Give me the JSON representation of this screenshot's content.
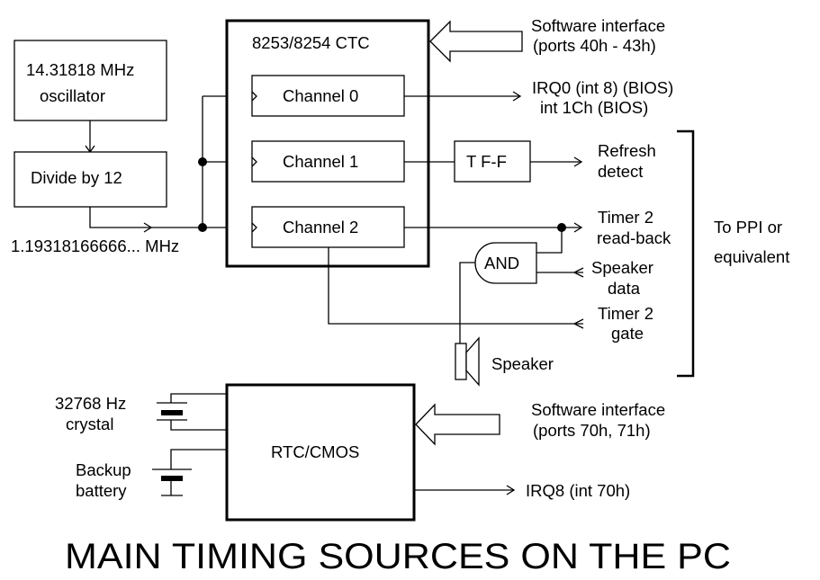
{
  "diagram": {
    "title": "MAIN TIMING SOURCES ON THE PC",
    "oscillator": {
      "line1": "14.31818 MHz",
      "line2": "oscillator"
    },
    "divider": {
      "label": "Divide by 12"
    },
    "clock_frequency": "1.19318166666... MHz",
    "ctc": {
      "label": "8253/8254  CTC",
      "channels": [
        "Channel 0",
        "Channel 1",
        "Channel 2"
      ],
      "software_interface": {
        "line1": "Software interface",
        "line2": "(ports 40h - 43h)"
      }
    },
    "channel0_output": {
      "line1": "IRQ0 (int 8) (BIOS)",
      "line2": "int 1Ch (BIOS)"
    },
    "tff": {
      "label": "T F-F"
    },
    "refresh_detect": {
      "line1": "Refresh",
      "line2": "detect"
    },
    "timer2_readback": {
      "line1": "Timer 2",
      "line2": "read-back"
    },
    "and_gate": {
      "label": "AND"
    },
    "speaker_data": {
      "line1": "Speaker",
      "line2": "data"
    },
    "timer2_gate": {
      "line1": "Timer 2",
      "line2": "gate"
    },
    "speaker": {
      "label": "Speaker"
    },
    "ppi": {
      "line1": "To PPI  or",
      "line2": "equivalent"
    },
    "rtc": {
      "label": "RTC/CMOS",
      "software_interface": {
        "line1": "Software interface",
        "line2": "(ports 70h, 71h)"
      },
      "irq_output": "IRQ8 (int 70h)"
    },
    "crystal": {
      "line1": "32768 Hz",
      "line2": "crystal"
    },
    "battery": {
      "line1": "Backup",
      "line2": "battery"
    }
  }
}
